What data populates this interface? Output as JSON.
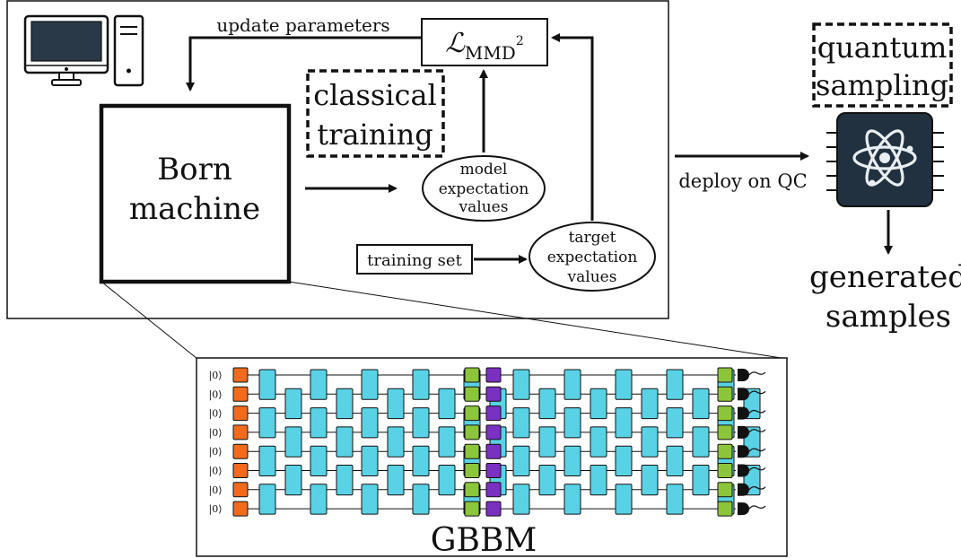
{
  "title": "",
  "colors": {
    "ink": "#111111",
    "single_qubit_gate": "#f26b1d",
    "two_qubit_gate": "#5ad2e6",
    "layer_gate_green": "#8cc43a",
    "layer_gate_purple": "#7a30c0",
    "chip_body": "#22313f",
    "chip_icon": "#e8eef2",
    "computer_screen": "#2a3947"
  },
  "training_panel": {
    "loss_symbol": "ℒ",
    "loss_subscript": "MMD",
    "loss_superscript": "2",
    "update_label": "update parameters",
    "born_line1": "Born",
    "born_line2": "machine",
    "classical_line1": "classical",
    "classical_line2": "training",
    "model_ellipse": [
      "model",
      "expectation",
      "values"
    ],
    "target_ellipse": [
      "target",
      "expectation",
      "values"
    ],
    "training_set": "training set",
    "computer_icon": "desktop-computer-icon"
  },
  "deploy_label": "deploy on QC",
  "quantum": {
    "sampling_line1": "quantum",
    "sampling_line2": "sampling",
    "chip_icon": "atom-chip-icon",
    "generated_line1": "generated",
    "generated_line2": "samples"
  },
  "circuit": {
    "title": "GBBM",
    "qubits": 8,
    "ket": "|0⟩",
    "measure_icon": "measurement-icon",
    "two_qubit_layers_block1": 5,
    "two_qubit_layers_block2": 5
  }
}
